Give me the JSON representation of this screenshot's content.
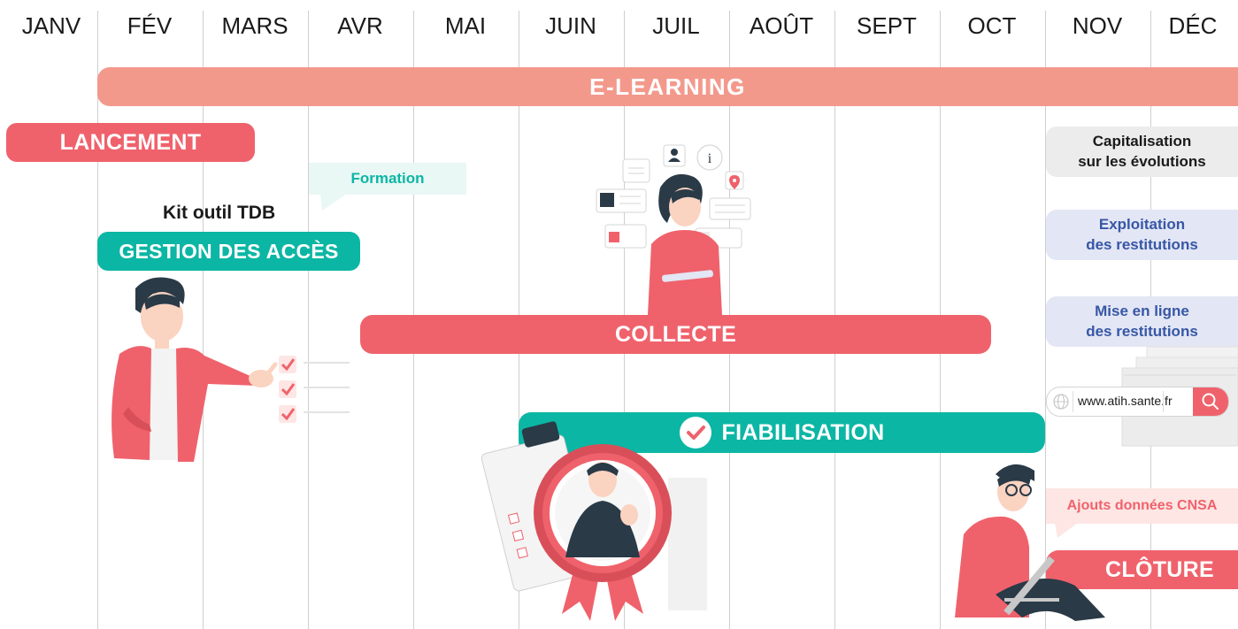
{
  "months": [
    "JANV",
    "FÉV",
    "MARS",
    "AVR",
    "MAI",
    "JUIN",
    "JUIL",
    "AOÛT",
    "SEPT",
    "OCT",
    "NOV",
    "DÉC"
  ],
  "bars": {
    "elearning": "E-LEARNING",
    "lancement": "LANCEMENT",
    "gestion": "GESTION DES ACCÈS",
    "collecte": "COLLECTE",
    "fiabilisation": "FIABILISATION",
    "cloture": "CLÔTURE"
  },
  "notes": {
    "formation": "Formation",
    "kit": "Kit outil TDB",
    "capitalisation_1": "Capitalisation",
    "capitalisation_2": "sur les évolutions",
    "exploitation_1": "Exploitation",
    "exploitation_2": "des restitutions",
    "mise_en_ligne_1": "Mise en ligne",
    "mise_en_ligne_2": "des restitutions",
    "cnsa": "Ajouts données CNSA"
  },
  "website": {
    "url": "www.atih.sante.fr"
  },
  "colors": {
    "coral": "#ef626c",
    "salmon": "#f3998c",
    "teal": "#0cb6a4",
    "lavender": "#e3e6f4",
    "grey": "#ececec",
    "blue_text": "#3757a6",
    "pink_light": "#fde6e4"
  },
  "icons": [
    "check-circle-icon",
    "search-icon",
    "globe-icon",
    "info-icon",
    "user-icon",
    "location-pin-icon"
  ]
}
